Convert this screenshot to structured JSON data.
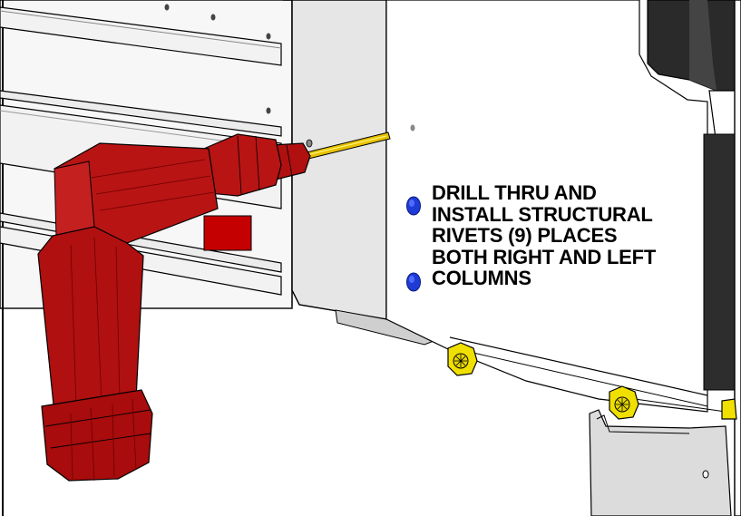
{
  "instruction": {
    "lines": [
      "DRILL THRU AND",
      "INSTALL STRUCTURAL",
      "RIVETS (9) PLACES",
      "BOTH RIGHT AND LEFT",
      "COLUMNS"
    ]
  },
  "colors": {
    "drill_body": "#b01010",
    "drill_bit": "#e6c200",
    "rivet_head": "#1e3bd6",
    "bolt_head": "#f0e000",
    "column_panel": "#e6e6e6",
    "outline": "#000000"
  },
  "icons": [
    "drill-icon",
    "drill-bit-icon",
    "rivet-icon",
    "bolt-icon"
  ]
}
